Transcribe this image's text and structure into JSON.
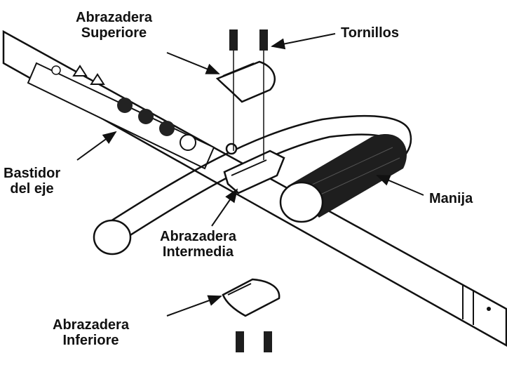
{
  "labels": {
    "top_clamp": {
      "line1": "Abrazadera",
      "line2": "Superiore"
    },
    "screws": "Tornillos",
    "shaft_housing": {
      "line1": "Bastidor",
      "line2": "del eje"
    },
    "handle": "Manija",
    "middle_clamp": {
      "line1": "Abrazadera",
      "line2": "Intermedia"
    },
    "bottom_clamp": {
      "line1": "Abrazadera",
      "line2": "Inferiore"
    }
  },
  "colors": {
    "ink": "#111111",
    "fill": "#ffffff",
    "grip": "#1e1e1e"
  }
}
